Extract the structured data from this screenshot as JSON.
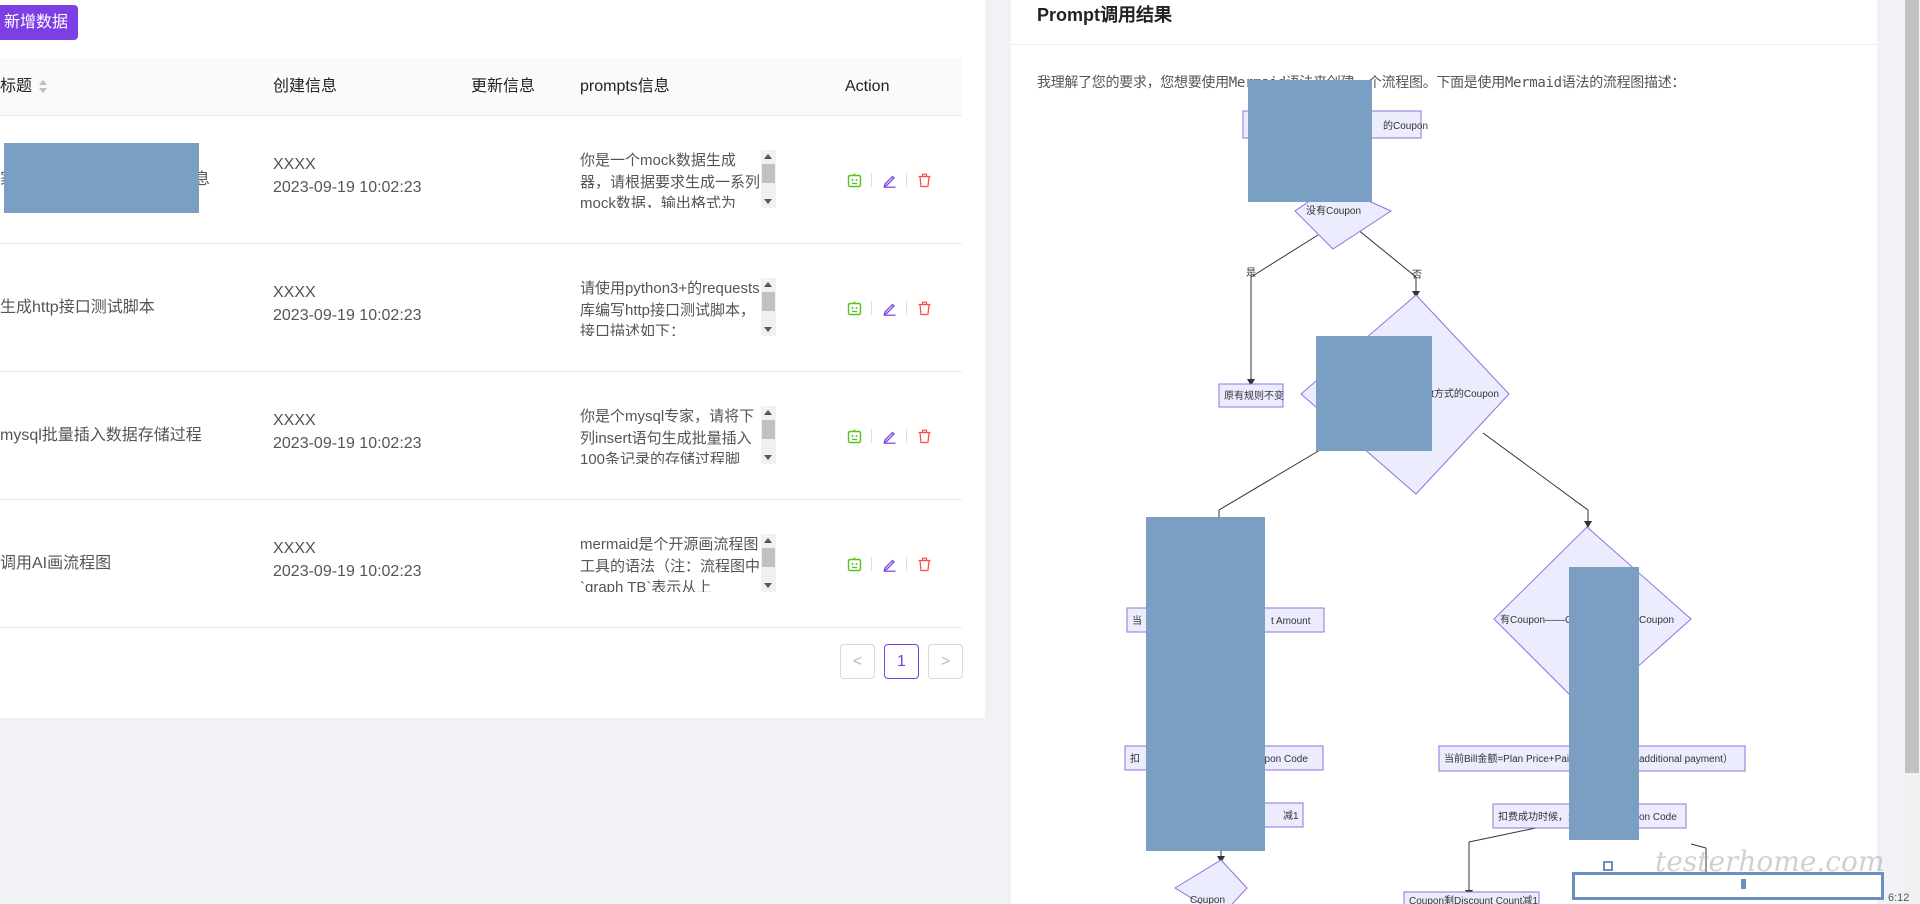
{
  "toolbar": {
    "add_label": "新增数据"
  },
  "table": {
    "columns": {
      "title": "标题",
      "created": "创建信息",
      "updated": "更新信息",
      "prompts": "prompts信息",
      "action": "Action"
    },
    "rows": [
      {
        "title": "家",
        "title_suffix": "息",
        "creator": "XXXX",
        "created_at": "2023-09-19 10:02:23",
        "prompt": "你是一个mock数据生成器，请根据要求生成一系列mock数据，输出格式为"
      },
      {
        "title": "生成http接口测试脚本",
        "creator": "XXXX",
        "created_at": "2023-09-19 10:02:23",
        "prompt": "请使用python3+的requests库编写http接口测试脚本，接口描述如下："
      },
      {
        "title": "mysql批量插入数据存储过程",
        "creator": "XXXX",
        "created_at": "2023-09-19 10:02:23",
        "prompt": "你是个mysql专家，请将下列insert语句生成批量插入100条记录的存储过程脚"
      },
      {
        "title": "调用AI画流程图",
        "creator": "XXXX",
        "created_at": "2023-09-19 10:02:23",
        "prompt": "mermaid是个开源画流程图工具的语法（注：流程图中`graph TB`表示从上"
      }
    ]
  },
  "pagination": {
    "prev": "<",
    "current": "1",
    "next": ">"
  },
  "result_panel": {
    "title": "Prompt调用结果",
    "description": "我理解了您的要求，您想要使用Mermaid语法来创建一个流程图。下面是使用Mermaid语法的流程图描述："
  },
  "flowchart": {
    "nodes": {
      "top": "的Coupon",
      "decision1": "没有Coupon",
      "keep": "原有规则不变",
      "decision2": "unt方式的Coupon",
      "decision3_left": "有Coupon——G",
      "decision3_right": "Coupon",
      "amount_left": "当",
      "amount_right": "t Amount",
      "code_left": "扣",
      "code_right": "upon Code",
      "minus": "减1",
      "bill_left": "当前Bill金额=Plan Price+Paid",
      "bill_right": "additional payment）",
      "success_left": "扣费成功时候，生",
      "success_right": "on Code",
      "bottom_left": "Coupon",
      "bottom_right": "Coupon剩Discount Count减1"
    },
    "edges": {
      "yes": "是",
      "no": "否"
    }
  },
  "watermark": "testerhome.com",
  "clock": "6:12",
  "colors": {
    "primary": "#7b3fe4",
    "node_fill": "#ececff",
    "node_stroke": "#9370db",
    "redaction": "#7b9ec3"
  }
}
